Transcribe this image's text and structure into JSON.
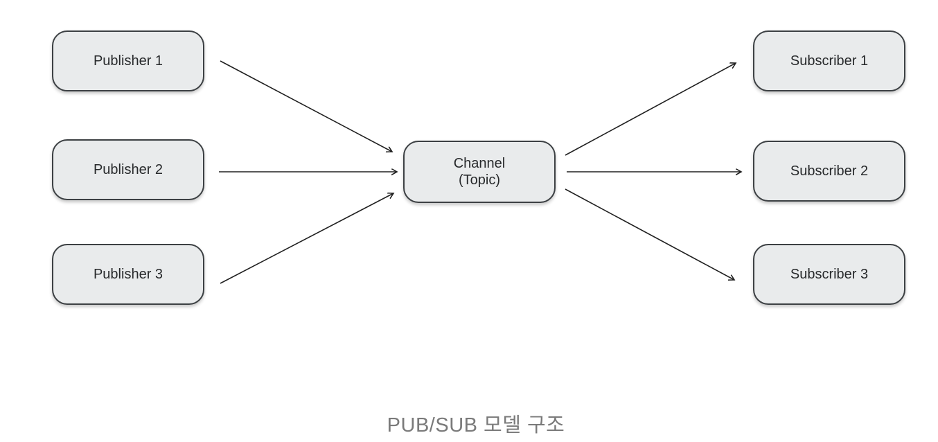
{
  "diagram": {
    "publishers": [
      {
        "label": "Publisher 1"
      },
      {
        "label": "Publisher 2"
      },
      {
        "label": "Publisher 3"
      }
    ],
    "channel": {
      "line1": "Channel",
      "line2": "(Topic)"
    },
    "subscribers": [
      {
        "label": "Subscriber 1"
      },
      {
        "label": "Subscriber 2"
      },
      {
        "label": "Subscriber 3"
      }
    ],
    "caption": "PUB/SUB 모델 구조",
    "connections": [
      {
        "from": "publisher-1",
        "to": "channel"
      },
      {
        "from": "publisher-2",
        "to": "channel"
      },
      {
        "from": "publisher-3",
        "to": "channel"
      },
      {
        "from": "channel",
        "to": "subscriber-1"
      },
      {
        "from": "channel",
        "to": "subscriber-2"
      },
      {
        "from": "channel",
        "to": "subscriber-3"
      }
    ],
    "colors": {
      "background": "#ffffff",
      "box_fill": "#e9ebec",
      "box_border": "#3c4043",
      "box_text": "#27292b",
      "arrow": "#212121",
      "caption": "#7a7a7a"
    }
  }
}
